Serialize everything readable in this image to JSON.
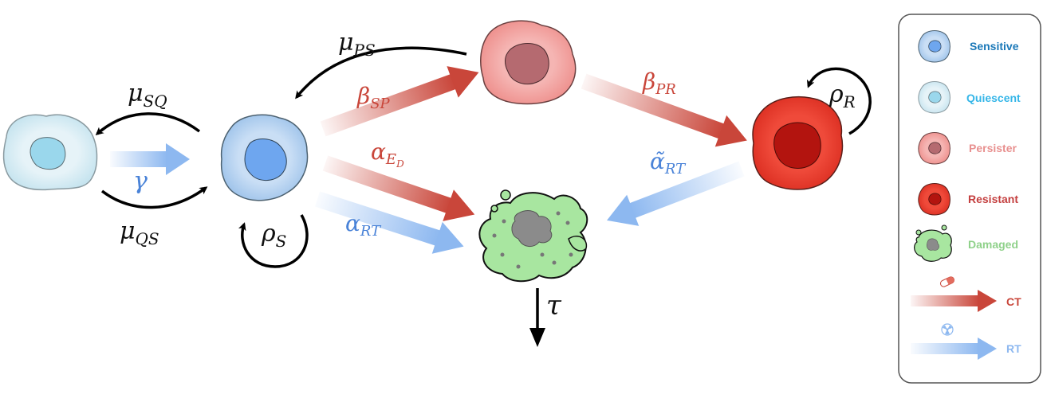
{
  "labels": {
    "mu_sq": {
      "main": "μ",
      "sub": "SQ"
    },
    "mu_qs": {
      "main": "μ",
      "sub": "QS"
    },
    "gamma": {
      "main": "γ"
    },
    "mu_ps": {
      "main": "μ",
      "sub": "PS"
    },
    "beta_sp": {
      "main": "β",
      "sub": "SP"
    },
    "beta_pr": {
      "main": "β",
      "sub": "PR"
    },
    "alpha_ed": {
      "main": "α",
      "sub": "E",
      "subsub": "D"
    },
    "alpha_rt": {
      "main": "α",
      "sub": "RT"
    },
    "alpha_tilde_rt": {
      "main": "α̃",
      "sub": "RT"
    },
    "rho_s": {
      "main": "ρ",
      "sub": "S"
    },
    "rho_r": {
      "main": "ρ",
      "sub": "R"
    },
    "tau": {
      "main": "τ"
    }
  },
  "legend": {
    "sensitive": "Sensitive",
    "quiescent": "Quiescent",
    "persister": "Persister",
    "resistant": "Resistant",
    "damaged": "Damaged",
    "ct": "CT",
    "rt": "RT"
  },
  "colors": {
    "sensitive": "#1a78b8",
    "quiescent": "#35b6e8",
    "persister": "#e8908f",
    "resistant": "#c43f3f",
    "damaged": "#8fd18a",
    "ct_arrow": "#c9463a",
    "rt_arrow": "#8db8f0",
    "label_red": "#c9463a",
    "label_blue": "#4a83d8"
  }
}
